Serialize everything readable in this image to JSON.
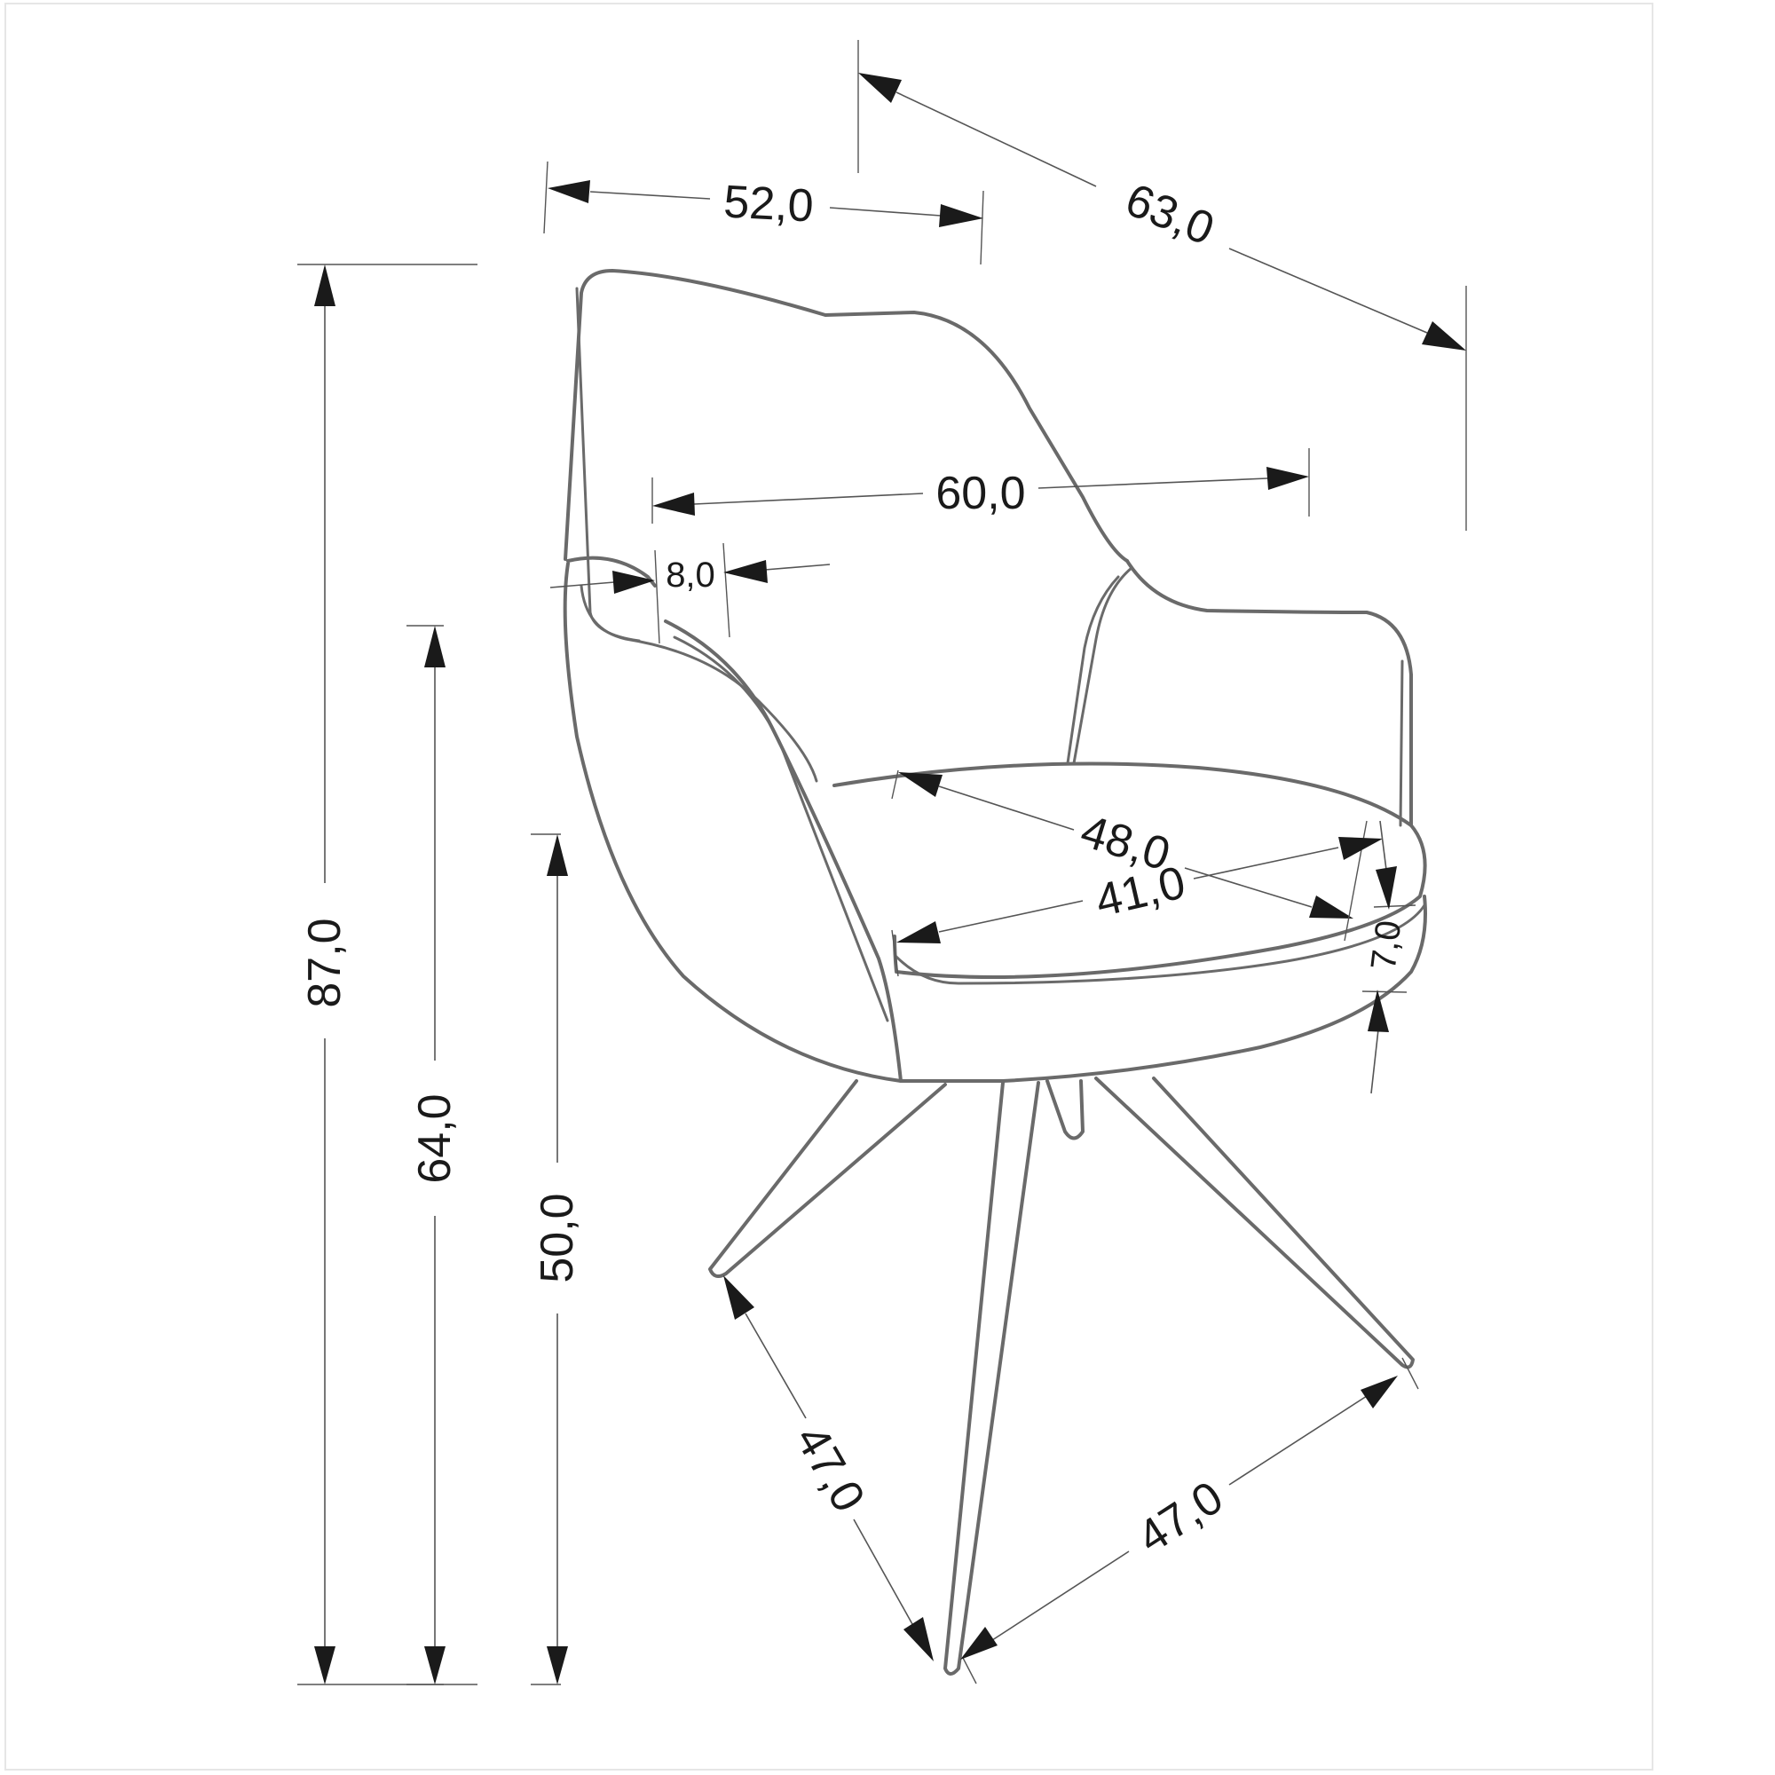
{
  "dimensions": {
    "total_height": "87,0",
    "armrest_height": "64,0",
    "seat_height": "50,0",
    "width": "52,0",
    "depth": "63,0",
    "backrest_width": "60,0",
    "armrest_width": "8,0",
    "seat_width": "48,0",
    "seat_depth": "41,0",
    "seat_thickness": "7,0",
    "leg_span_left": "47,0",
    "leg_span_right": "47,0"
  }
}
